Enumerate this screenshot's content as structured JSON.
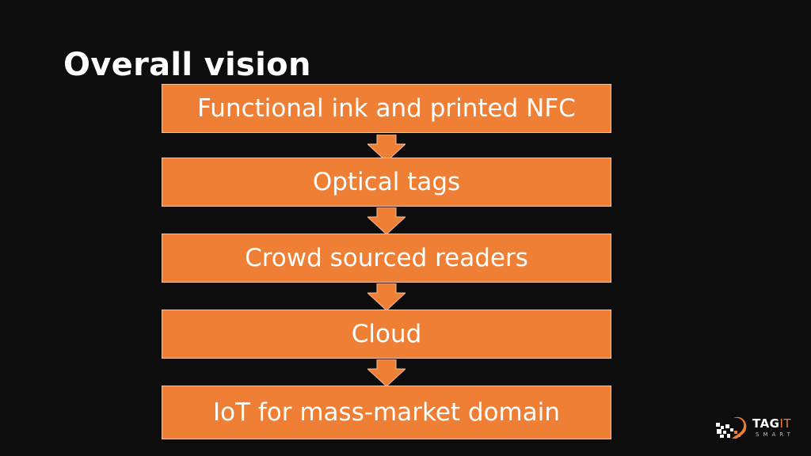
{
  "slide": {
    "title": "Overall vision",
    "steps": [
      "Functional ink and printed NFC",
      "Optical tags",
      "Crowd sourced readers",
      "Cloud",
      "IoT for mass-market domain"
    ]
  },
  "logo": {
    "name_main": "TAG",
    "name_accent": "IT",
    "tagline": "SMART"
  },
  "colors": {
    "background": "#0d0d0d",
    "box_fill": "#ee7f34",
    "box_border": "#f7c3a0",
    "text": "#ffffff"
  }
}
